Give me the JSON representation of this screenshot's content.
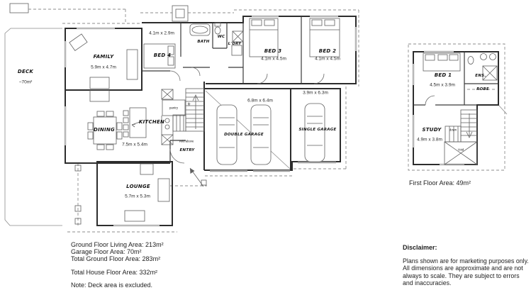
{
  "ground_floor": {
    "labels": {
      "deck": {
        "name": "DECK",
        "dims": "~70m²"
      },
      "family": {
        "name": "FAMILY",
        "dims": "5.9m x 4.7m"
      },
      "bed4": {
        "name": "BED 4",
        "dims": "4.1m x 2.9m"
      },
      "bath": {
        "name": "BATH"
      },
      "wc": {
        "name": "WC"
      },
      "ldry": {
        "name": "L'DRY"
      },
      "bed3": {
        "name": "BED 3",
        "dims": "4.1m x 4.5m"
      },
      "bed2": {
        "name": "BED 2",
        "dims": "4.1m x 4.5m"
      },
      "dining": {
        "name": "DINING"
      },
      "kitchen": {
        "name": "KITCHEN",
        "dims": "7.5m x 5.4m"
      },
      "pantry": {
        "name": "pantry"
      },
      "up": {
        "name": "up"
      },
      "void_above": {
        "name": "void above"
      },
      "entry": {
        "name": "ENTRY"
      },
      "double_garage": {
        "name": "DOUBLE GARAGE",
        "dims": "6.8m x 6.4m"
      },
      "single_garage": {
        "name": "SINGLE GARAGE",
        "dims": "3.9m x 6.3m"
      },
      "lounge": {
        "name": "LOUNGE",
        "dims": "5.7m x 5.3m"
      }
    }
  },
  "first_floor": {
    "labels": {
      "bed1": {
        "name": "BED 1",
        "dims": "4.5m x 3.9m"
      },
      "ens": {
        "name": "ENS."
      },
      "robe": {
        "name": "ROBE"
      },
      "study": {
        "name": "STUDY",
        "dims": "4.9m x 3.8m"
      },
      "down": {
        "name": "down"
      },
      "void": {
        "name": "Void"
      }
    },
    "caption": "First Floor Area: 49m²"
  },
  "areas": {
    "line1": "Ground Floor Living Area: 213m²",
    "line2": "Garage Floor Area: 70m²",
    "line3": "Total Ground Floor Area: 283m²",
    "line4": "Total House Floor Area: 332m²",
    "note": "Note: Deck area is excluded."
  },
  "disclaimer": {
    "heading": "Disclaimer:",
    "body": "Plans shown are for marketing purposes only. All dimensions are approximate and are not always to scale. They are subject to errors and inaccuracies."
  },
  "colors": {
    "ink": "#141414",
    "wall": "#2d2d2d",
    "dash": "#8d8d8d",
    "background": "#ffffff"
  }
}
